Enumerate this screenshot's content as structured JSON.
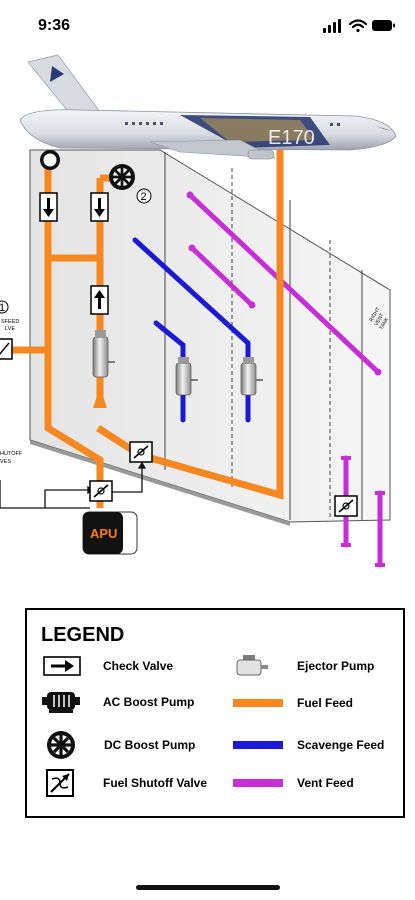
{
  "status_bar": {
    "time": "9:36"
  },
  "aircraft": {
    "model_text": "E170"
  },
  "diagram": {
    "apu_label": "APU",
    "callout_top": "2",
    "callout_left": "1",
    "crossfeed_label_1": "SFEED",
    "crossfeed_label_2": "LVE",
    "shutoff_label_1": "HUTOFF",
    "shutoff_label_2": "VES",
    "tank_label_1": "RIGHT",
    "tank_label_2": "VENT",
    "tank_label_3": "TANK"
  },
  "legend": {
    "title": "LEGEND",
    "items": [
      {
        "label": "Check Valve",
        "icon": "check-valve-icon"
      },
      {
        "label": "Ejector Pump",
        "icon": "ejector-pump-icon"
      },
      {
        "label": "AC Boost Pump",
        "icon": "ac-boost-pump-icon"
      },
      {
        "label": "Fuel Feed",
        "icon": "fuel-feed-line",
        "color": "#f7871f"
      },
      {
        "label": "DC Boost Pump",
        "icon": "dc-boost-pump-icon"
      },
      {
        "label": "Scavenge Feed",
        "icon": "scavenge-feed-line",
        "color": "#1a1ad6"
      },
      {
        "label": "Fuel Shutoff Valve",
        "icon": "fuel-shutoff-valve-icon"
      },
      {
        "label": "Vent Feed",
        "icon": "vent-feed-line",
        "color": "#c72fd6"
      }
    ]
  },
  "colors": {
    "fuel_feed": "#f7871f",
    "scavenge_feed": "#1a1ad6",
    "vent_feed": "#c72fd6",
    "apu_body": "#111111"
  }
}
